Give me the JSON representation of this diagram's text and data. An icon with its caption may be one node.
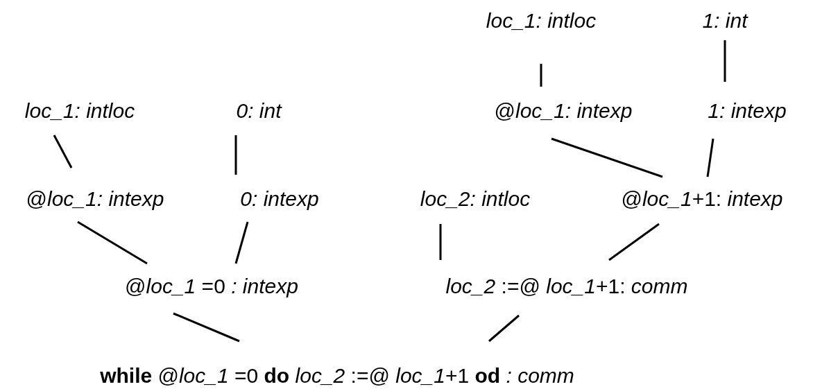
{
  "diagram": {
    "nodes": [
      {
        "text": [
          "*loc_1: intloc*"
        ]
      },
      {
        "text": [
          "*1: int*"
        ]
      },
      {
        "text": [
          "*loc_1: intloc*"
        ]
      },
      {
        "text": [
          "*0: int*"
        ]
      },
      {
        "text": [
          "@*loc_1: intexp*"
        ]
      },
      {
        "text": [
          "*1: intexp*"
        ]
      },
      {
        "text": [
          "@*loc_1: intexp*"
        ]
      },
      {
        "text": [
          "*0: intexp*"
        ]
      },
      {
        "text": [
          "*loc_2: intloc*"
        ]
      },
      {
        "text": [
          "@*loc_1*+1: *intexp*"
        ]
      },
      {
        "text": [
          "@*loc_1* =0 *: intexp*"
        ]
      },
      {
        "text": [
          "*loc_2* :=@ *loc_1*+1: *comm*"
        ]
      },
      {
        "text": [
          "**while** @*loc_1* =0 **do** *loc_2* :=@ *loc_1*+1 **od** *: comm*"
        ]
      }
    ],
    "edges": [
      {
        "from": 4,
        "to": 0,
        "arrow": "none"
      },
      {
        "from": 5,
        "to": 1,
        "arrow": "none"
      },
      {
        "from": 6,
        "to": 2,
        "arrow": "none"
      },
      {
        "from": 7,
        "to": 3,
        "arrow": "none"
      },
      {
        "from": 9,
        "to": 4,
        "arrow": "none"
      },
      {
        "from": 9,
        "to": 5,
        "arrow": "none"
      },
      {
        "from": 10,
        "to": 6,
        "arrow": "none"
      },
      {
        "from": 10,
        "to": 7,
        "arrow": "none"
      },
      {
        "from": 11,
        "to": 8,
        "arrow": "none"
      },
      {
        "from": 11,
        "to": 9,
        "arrow": "none"
      },
      {
        "from": 12,
        "to": 10,
        "arrow": "none"
      },
      {
        "from": 12,
        "to": 11,
        "arrow": "none"
      }
    ]
  }
}
